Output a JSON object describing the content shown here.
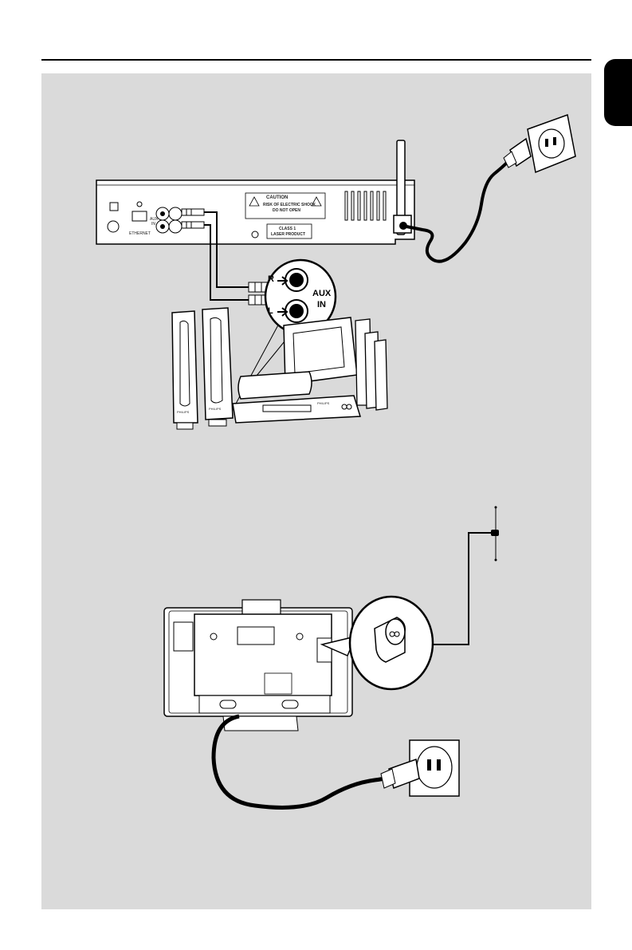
{
  "labels": {
    "aux_r": "R",
    "aux_l": "L",
    "aux_title": "AUX",
    "aux_in": "IN",
    "rear_aux": "AUX",
    "rear_in": "IN",
    "ethernet": "ETHERNET",
    "caution": "CAUTION",
    "caution_line1": "RISK OF ELECTRIC SHOCK",
    "caution_line2": "DO NOT OPEN",
    "laser_line1": "CLASS 1",
    "laser_line2": "LASER PRODUCT",
    "brand": "PHILIPS"
  }
}
